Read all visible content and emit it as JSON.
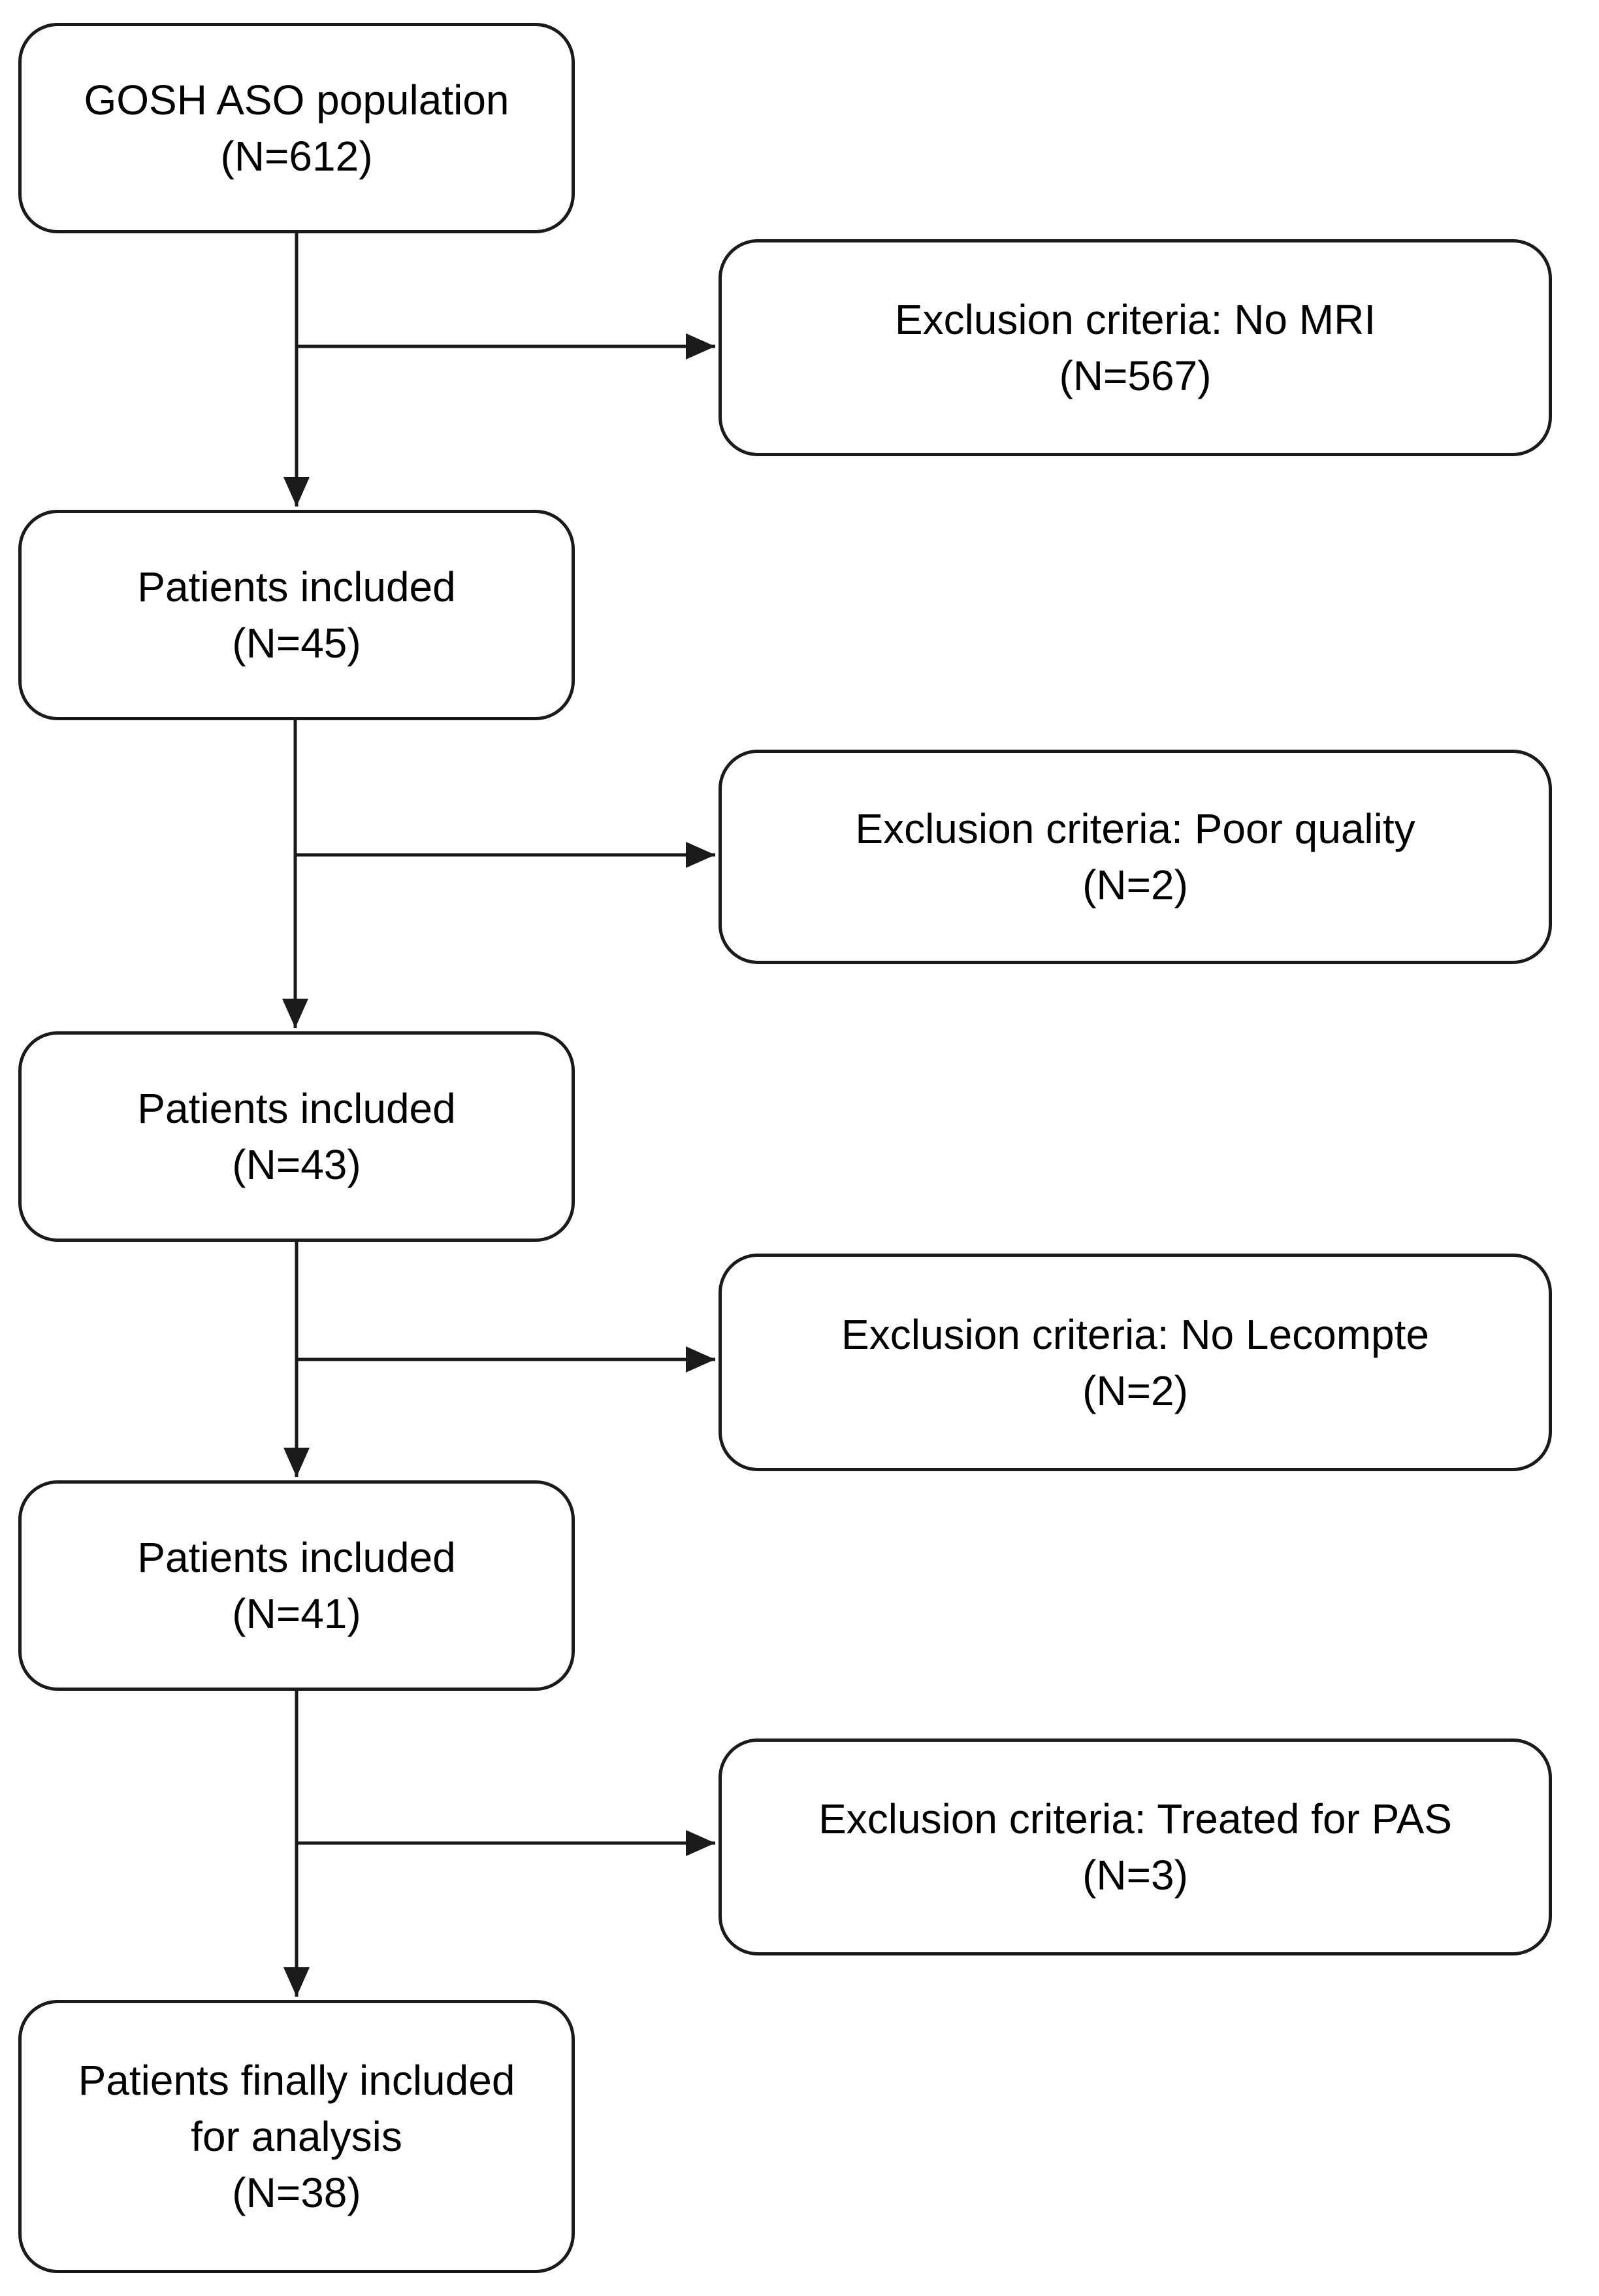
{
  "flowchart": {
    "main_boxes": [
      {
        "title": "GOSH ASO population",
        "count": "(N=612)"
      },
      {
        "title": "Patients included",
        "count": "(N=45)"
      },
      {
        "title": "Patients included",
        "count": "(N=43)"
      },
      {
        "title": "Patients included",
        "count": "(N=41)"
      },
      {
        "title_line1": "Patients finally included",
        "title_line2": "for analysis",
        "count": "(N=38)"
      }
    ],
    "exclusion_boxes": [
      {
        "title": "Exclusion criteria: No MRI",
        "count": "(N=567)"
      },
      {
        "title": "Exclusion criteria: Poor quality",
        "count": "(N=2)"
      },
      {
        "title": "Exclusion criteria: No Lecompte",
        "count": "(N=2)"
      },
      {
        "title": "Exclusion criteria: Treated for PAS",
        "count": "(N=3)"
      }
    ]
  }
}
